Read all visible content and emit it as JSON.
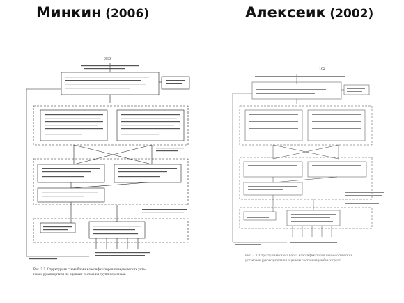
{
  "left": {
    "author": "Минкин",
    "year": "(2006)",
    "page_number": "360",
    "caption": [
      "Рис. 5.5. Структурная схема блока классификаторов поведенческих уста-",
      "новок руководителя по оценкам состояния групп персонала."
    ]
  },
  "right": {
    "author": "Алексеик",
    "year": "(2002)",
    "page_number": "162",
    "caption": [
      "Рис. 3.3. Структурная схема блока классификаторов психологических",
      "установок руководителя по оценкам состояния учебных групп."
    ]
  }
}
